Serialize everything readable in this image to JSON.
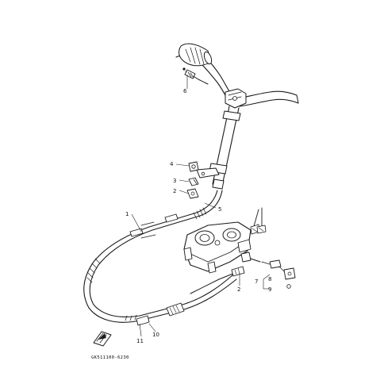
{
  "diagram": {
    "part_number": "GK511100-6230",
    "callouts": [
      {
        "id": "c1",
        "label": "1"
      },
      {
        "id": "c2a",
        "label": "2"
      },
      {
        "id": "c2b",
        "label": "2"
      },
      {
        "id": "c3",
        "label": "3"
      },
      {
        "id": "c4",
        "label": "4"
      },
      {
        "id": "c5",
        "label": "5"
      },
      {
        "id": "c6",
        "label": "6"
      },
      {
        "id": "c7",
        "label": "7"
      },
      {
        "id": "c8",
        "label": "8"
      },
      {
        "id": "c9",
        "label": "9"
      },
      {
        "id": "c10",
        "label": "10"
      },
      {
        "id": "c11",
        "label": "11"
      }
    ],
    "icon": "front-arrow-box-icon"
  }
}
